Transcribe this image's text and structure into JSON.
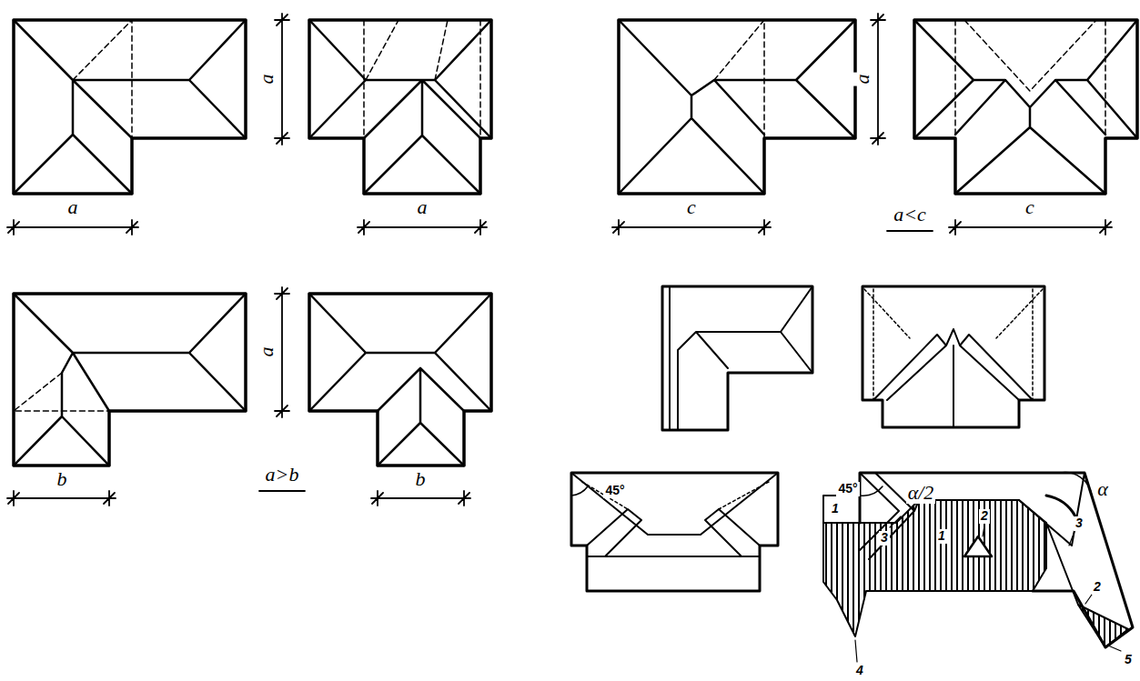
{
  "diagram": {
    "labels": [
      "a",
      "a",
      "a",
      "c",
      "a",
      "a<c",
      "c",
      "a",
      "b",
      "a>b",
      "b",
      "45°",
      "45°",
      "α/2",
      "α",
      "1",
      "3",
      "1",
      "2",
      "3",
      "2",
      "4",
      "5"
    ]
  }
}
